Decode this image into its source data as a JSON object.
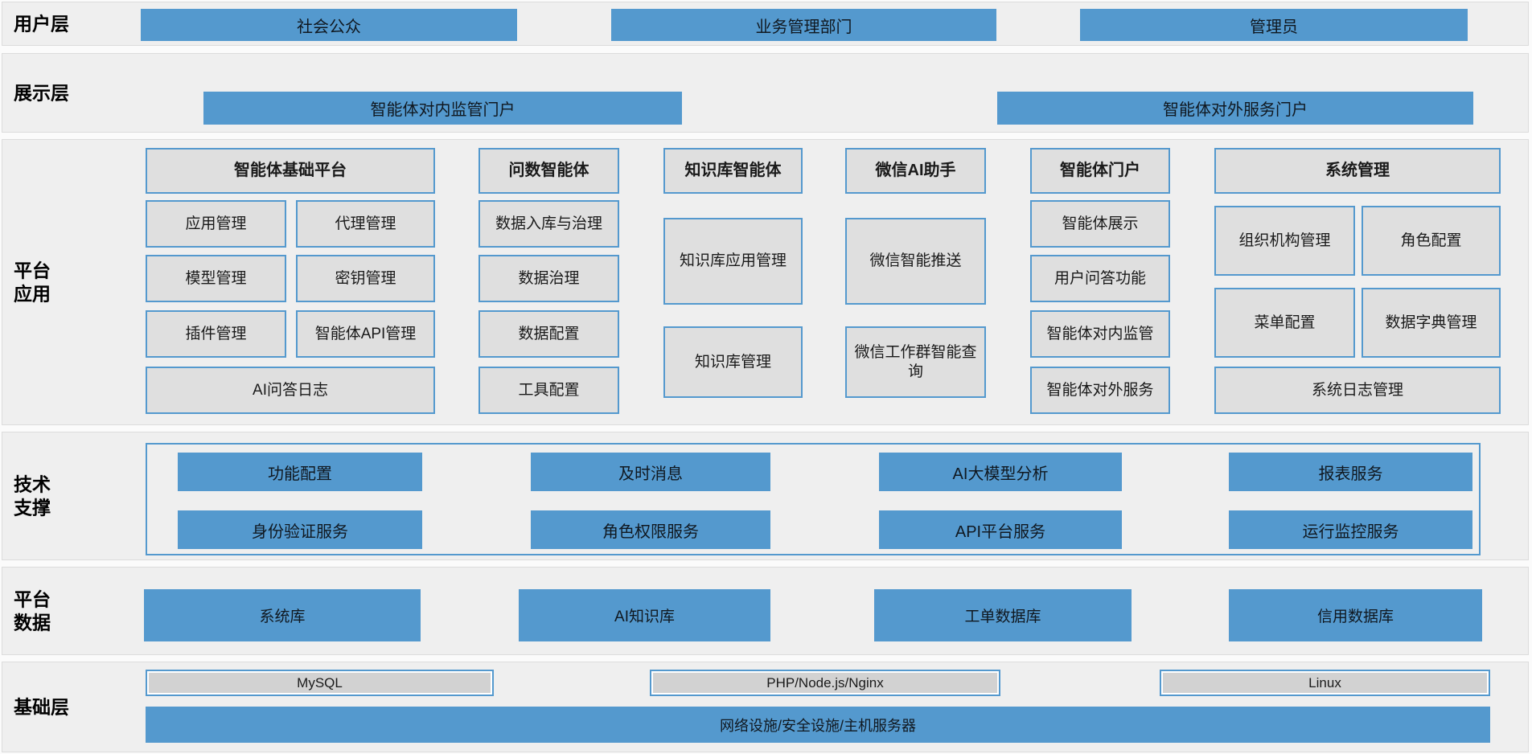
{
  "colors": {
    "accent_blue": "#5499CE",
    "gray_box_fill": "#dfdfdf",
    "band_background": "#efefef",
    "base_box_fill": "#d2d2d2"
  },
  "user_layer": {
    "label": "用户层",
    "items": [
      "社会公众",
      "业务管理部门",
      "管理员"
    ]
  },
  "display_layer": {
    "label": "展示层",
    "items": [
      "智能体对内监管门户",
      "智能体对外服务门户"
    ]
  },
  "platform_app_layer": {
    "label_line1": "平台",
    "label_line2": "应用",
    "columns": [
      {
        "header": "智能体基础平台",
        "cells": [
          "应用管理",
          "代理管理",
          "模型管理",
          "密钥管理",
          "插件管理",
          "智能体API管理",
          "AI问答日志"
        ]
      },
      {
        "header": "问数智能体",
        "cells": [
          "数据入库与治理",
          "数据治理",
          "数据配置",
          "工具配置"
        ]
      },
      {
        "header": "知识库智能体",
        "cells": [
          "知识库应用管理",
          "知识库管理"
        ]
      },
      {
        "header": "微信AI助手",
        "cells": [
          "微信智能推送",
          "微信工作群智能查询"
        ]
      },
      {
        "header": "智能体门户",
        "cells": [
          "智能体展示",
          "用户问答功能",
          "智能体对内监管",
          "智能体对外服务"
        ]
      },
      {
        "header": "系统管理",
        "cells": [
          "组织机构管理",
          "角色配置",
          "菜单配置",
          "数据字典管理",
          "系统日志管理"
        ]
      }
    ]
  },
  "tech_layer": {
    "label_line1": "技术",
    "label_line2": "支撑",
    "items": [
      "功能配置",
      "及时消息",
      "AI大模型分析",
      "报表服务",
      "身份验证服务",
      "角色权限服务",
      "API平台服务",
      "运行监控服务"
    ]
  },
  "data_layer": {
    "label_line1": "平台",
    "label_line2": "数据",
    "items": [
      "系统库",
      "AI知识库",
      "工单数据库",
      "信用数据库"
    ]
  },
  "base_layer": {
    "label": "基础层",
    "items": [
      "MySQL",
      "PHP/Node.js/Nginx",
      "Linux"
    ],
    "bottom_bar": "网络设施/安全设施/主机服务器"
  }
}
